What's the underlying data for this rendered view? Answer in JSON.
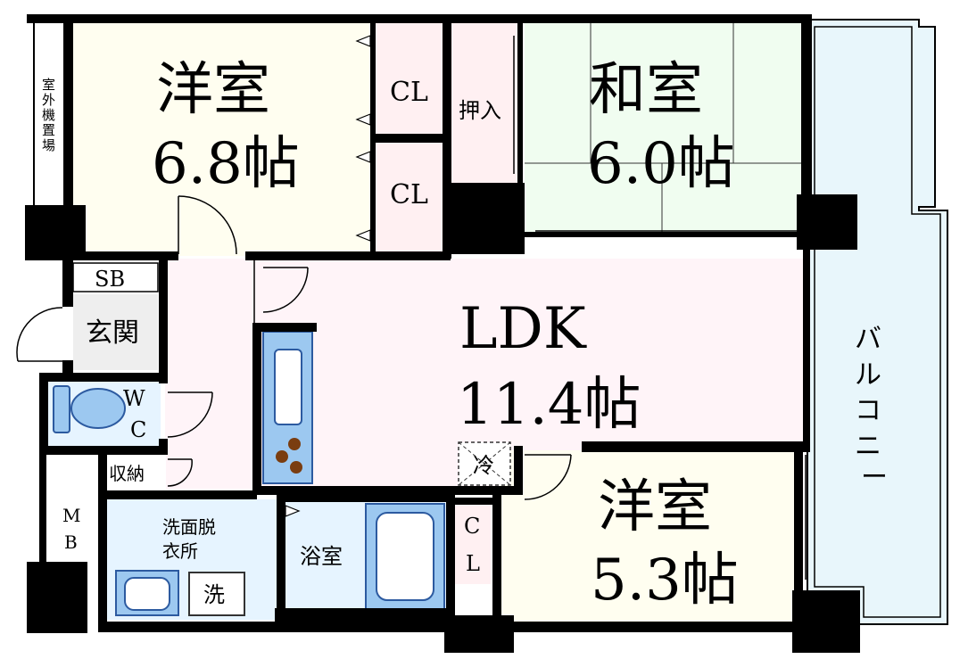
{
  "rooms": {
    "western_room_1": {
      "name": "洋室",
      "size": "6.8帖"
    },
    "japanese_room": {
      "name": "和室",
      "size": "6.0帖"
    },
    "ldk": {
      "name": "LDK",
      "size": "11.4帖"
    },
    "western_room_2": {
      "name": "洋室",
      "size": "5.3帖"
    }
  },
  "labels": {
    "closet": "CL",
    "oshiire": "押入",
    "shoe_box": "SB",
    "entrance": "玄関",
    "wc": [
      "W",
      "C"
    ],
    "storage": "収納",
    "washroom": [
      "洗面脱",
      "衣所"
    ],
    "washer": "洗",
    "bathroom": "浴室",
    "fridge": "冷",
    "balcony": [
      "バ",
      "ル",
      "コ",
      "ニ",
      "ー"
    ],
    "outdoor_unit": [
      "室",
      "外",
      "機",
      "置",
      "場"
    ],
    "meter_box": [
      "M",
      "B"
    ],
    "closet_vertical": [
      "C",
      "L"
    ]
  },
  "colors": {
    "wall": "#000000",
    "western_room": "#fffef0",
    "japanese_room": "#f0fdf0",
    "ldk": "#fff4f8",
    "closet": "#fff0f2",
    "wet_area": "#e6f4ff",
    "fixture": "#9cc8f0",
    "fixture_stroke": "#2c5aa0",
    "entrance": "#eeeeee",
    "balcony": "#e8f6fb",
    "stove_burner": "#7a3d10"
  }
}
